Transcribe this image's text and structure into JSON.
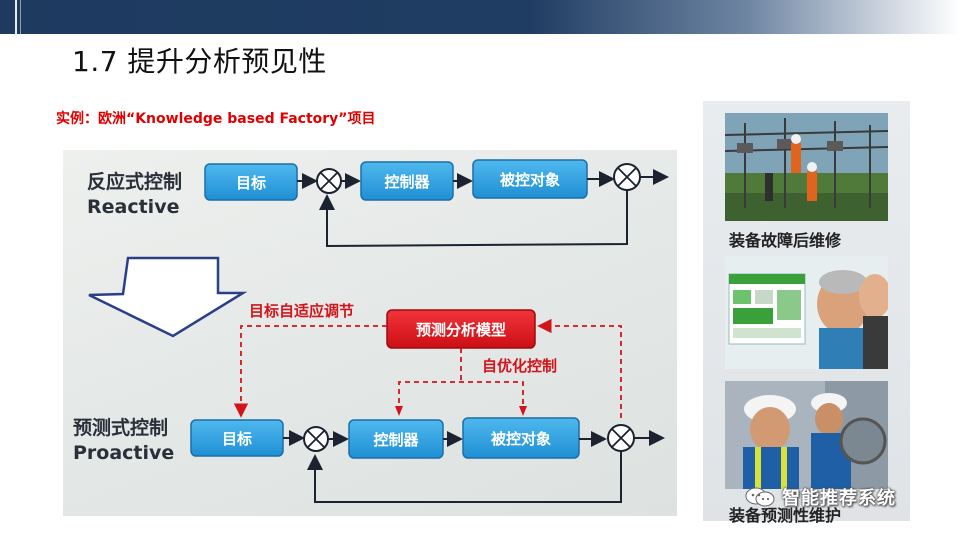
{
  "slide": {
    "title": "1.7 提升分析预见性",
    "example": "实例：欧洲“Knowledge based Factory”项目"
  },
  "diagram": {
    "reactive": {
      "title_cn": "反应式控制",
      "title_en": "Reactive",
      "target": "目标",
      "controller": "控制器",
      "plant": "被控对象"
    },
    "proactive": {
      "title_cn": "预测式控制",
      "title_en": "Proactive",
      "target": "目标",
      "controller": "控制器",
      "plant": "被控对象"
    },
    "model": "预测分析模型",
    "adaptive_label": "目标自适应调节",
    "self_opt_label": "自优化控制",
    "colors": {
      "box_blue": "#2a9fe0",
      "box_red": "#e8141b",
      "dashed_red": "#d4141b",
      "arrow_outline": "#2a3f86"
    }
  },
  "photos": [
    {
      "caption": "装备故障后维修",
      "icon": "power-substation-repair-photo"
    },
    {
      "caption": "",
      "icon": "engineers-monitor-photo"
    },
    {
      "caption": "装备预测性维护",
      "icon": "engineer-hardhat-photo"
    }
  ],
  "watermark": {
    "text": "智能推荐系统",
    "icon": "wechat-icon"
  }
}
